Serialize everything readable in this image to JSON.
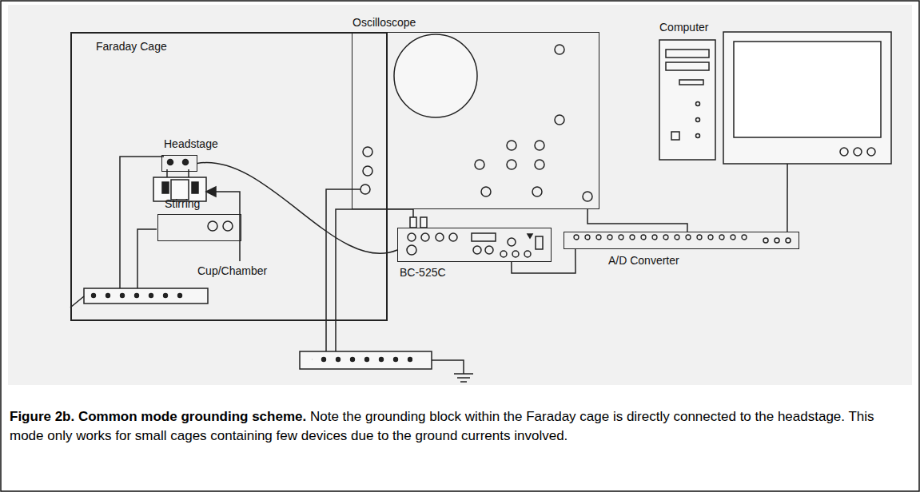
{
  "diagram": {
    "title": "Figure 2b. Common mode grounding scheme.",
    "caption": "Note the grounding block within the Faraday cage is directly connected to the headstage. This mode only works for small cages containing few devices due to the ground currents involved.",
    "nodes": [
      {
        "text": [
          "Faraday Cage"
        ]
      },
      {
        "text": [
          "Headstage"
        ],
        "in": 0
      },
      {
        "text": [
          "Stirring"
        ],
        "in": 0
      },
      {
        "text": [
          "Oscilloscope"
        ]
      },
      {
        "text": [
          "Computer"
        ]
      },
      {
        "text": [
          "BC-525C"
        ]
      },
      {
        "text": [
          "A/D Converter"
        ]
      }
    ],
    "edges": [
      {
        "from": 1,
        "to": 5,
        "arrow": "none"
      },
      {
        "from": 3,
        "to": 6,
        "arrow": "none"
      },
      {
        "from": 5,
        "to": 6,
        "arrow": "none"
      },
      {
        "from": 4,
        "to": 6,
        "arrow": "none"
      }
    ],
    "labels": [
      "Cup/Chamber"
    ]
  }
}
